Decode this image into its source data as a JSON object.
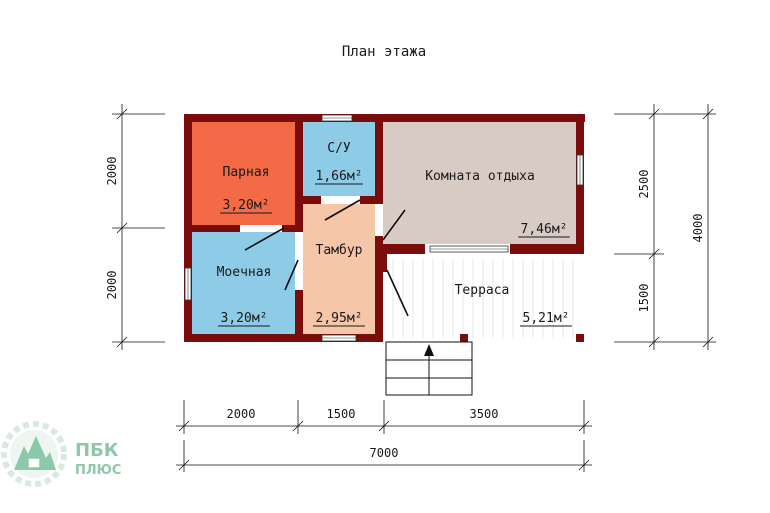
{
  "title": "План этажа",
  "rooms": {
    "parnaya": {
      "name": "Парная",
      "area": "3,20м²"
    },
    "cu": {
      "name": "С/У",
      "area": "1,66м²"
    },
    "komnata": {
      "name": "Комната отдыха",
      "area": "7,46м²"
    },
    "moechnaya": {
      "name": "Моечная",
      "area": "3,20м²"
    },
    "tambur": {
      "name": "Тамбур",
      "area": "2,95м²"
    },
    "terrasa": {
      "name": "Терраса",
      "area": "5,21м²"
    }
  },
  "dimensions": {
    "left_top": "2000",
    "left_bottom": "2000",
    "right_top": "2500",
    "right_bottom": "1500",
    "right_total": "4000",
    "bottom_1": "2000",
    "bottom_2": "1500",
    "bottom_3": "3500",
    "bottom_total": "7000"
  },
  "logo": {
    "line1": "ПБК",
    "line2": "ПЛЮС"
  },
  "colors": {
    "wall": "#7a0c0c",
    "parnaya": "#f26b46",
    "moechnaya": "#8ecbe6",
    "cu": "#8ecbe6",
    "komnata": "#d8cbc4",
    "tambur": "#f5c6a8",
    "terrasa": "#ffffff",
    "logo": "#8cc9a8"
  }
}
